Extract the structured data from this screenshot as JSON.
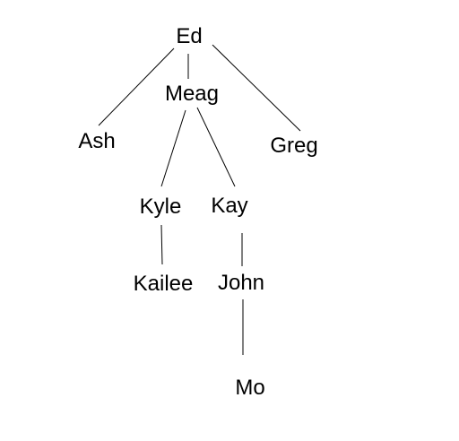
{
  "tree": {
    "nodes": [
      {
        "id": "ed",
        "label": "Ed"
      },
      {
        "id": "meag",
        "label": "Meag"
      },
      {
        "id": "ash",
        "label": "Ash"
      },
      {
        "id": "greg",
        "label": "Greg"
      },
      {
        "id": "kyle",
        "label": "Kyle"
      },
      {
        "id": "kay",
        "label": "Kay"
      },
      {
        "id": "kailee",
        "label": "Kailee"
      },
      {
        "id": "john",
        "label": "John"
      },
      {
        "id": "mo",
        "label": "Mo"
      }
    ],
    "edges": [
      {
        "from": "ed",
        "to": "ash"
      },
      {
        "from": "ed",
        "to": "meag"
      },
      {
        "from": "ed",
        "to": "greg"
      },
      {
        "from": "meag",
        "to": "kyle"
      },
      {
        "from": "meag",
        "to": "kay"
      },
      {
        "from": "kyle",
        "to": "kailee"
      },
      {
        "from": "kay",
        "to": "john"
      },
      {
        "from": "john",
        "to": "mo"
      }
    ]
  }
}
